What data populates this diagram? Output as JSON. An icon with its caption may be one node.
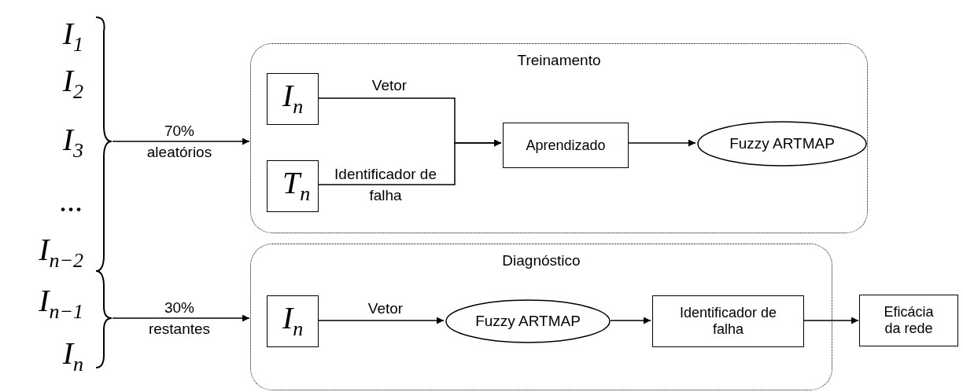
{
  "diagram": {
    "nodes": [
      {
        "text": [
          "Treinamento"
        ]
      },
      {
        "text": [
          "I$_{n}$"
        ],
        "in": 0
      },
      {
        "text": [
          "T$_{n}$"
        ],
        "in": 0
      },
      {
        "text": [
          "Aprendizado"
        ],
        "in": 0
      },
      {
        "text": [
          "Fuzzy ARTMAP"
        ],
        "in": 0
      },
      {
        "text": [
          "Diagnóstico"
        ]
      },
      {
        "text": [
          "I$_{n}$"
        ],
        "in": 5
      },
      {
        "text": [
          "Fuzzy ARTMAP"
        ],
        "in": 5
      },
      {
        "text": [
          "Identificador de falha"
        ],
        "in": 5
      },
      {
        "text": [
          "Eficácia da rede"
        ]
      },
      {
        "text": [],
        "shape": "brace"
      },
      {
        "text": [],
        "shape": "brace"
      }
    ],
    "edges": [
      {
        "from": 10,
        "to": 0,
        "arrow": "to",
        "label": "70% aleatórios"
      },
      {
        "from": 11,
        "to": 5,
        "arrow": "to",
        "label": "30% restantes"
      },
      {
        "from": 1,
        "to": 3,
        "arrow": "to",
        "label": "Vetor"
      },
      {
        "from": 2,
        "to": 3,
        "arrow": "to",
        "label": "Identificador de falha"
      },
      {
        "from": 3,
        "to": 4,
        "arrow": "to"
      },
      {
        "from": 6,
        "to": 7,
        "arrow": "to",
        "label": "Vetor"
      },
      {
        "from": 7,
        "to": 8,
        "arrow": "to"
      },
      {
        "from": 8,
        "to": 9,
        "arrow": "to"
      }
    ],
    "labels": [
      "I$_{1}$",
      "I$_{2}$",
      "I$_{3}$",
      "...",
      "I$_{n−2}$",
      "I$_{n−1}$",
      "I$_{n}$"
    ]
  }
}
